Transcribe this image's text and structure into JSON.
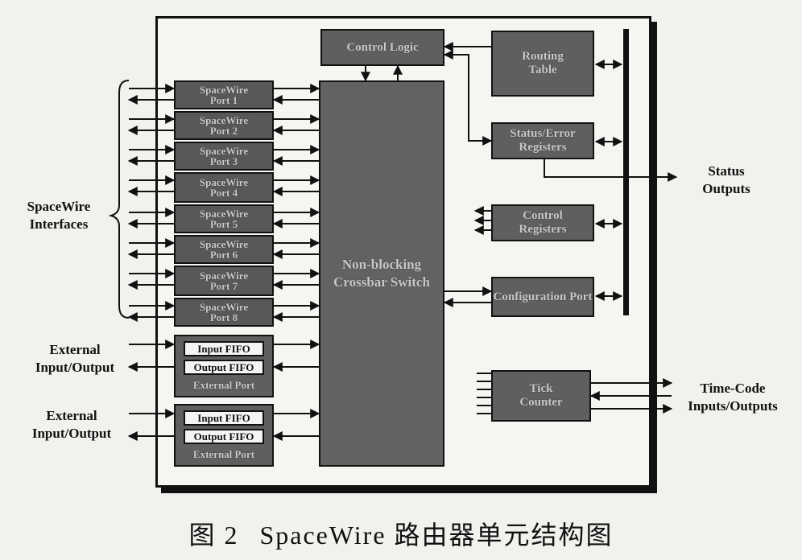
{
  "blocks": {
    "control_logic": "Control Logic",
    "routing_table": "Routing Table",
    "status_error": "Status/Error Registers",
    "control_registers": "Control Registers",
    "config_port": "Configuration Port",
    "tick_counter": "Tick Counter",
    "crossbar": "Non-blocking Crossbar Switch"
  },
  "ports": [
    "SpaceWire Port 1",
    "SpaceWire Port 2",
    "SpaceWire Port 3",
    "SpaceWire Port 4",
    "SpaceWire Port 5",
    "SpaceWire Port 6",
    "SpaceWire Port 7",
    "SpaceWire Port 8"
  ],
  "external_ports": [
    {
      "input": "Input FIFO",
      "output": "Output FIFO",
      "label": "External Port"
    },
    {
      "input": "Input FIFO",
      "output": "Output FIFO",
      "label": "External Port"
    }
  ],
  "labels": {
    "spacewire_interfaces": "SpaceWire Interfaces",
    "external_io_1": "External Input/Output",
    "external_io_2": "External Input/Output",
    "status_outputs": "Status Outputs",
    "time_code": "Time-Code Inputs/Outputs"
  },
  "caption": {
    "figure": "图 2",
    "text": "SpaceWire 路由器单元结构图"
  }
}
